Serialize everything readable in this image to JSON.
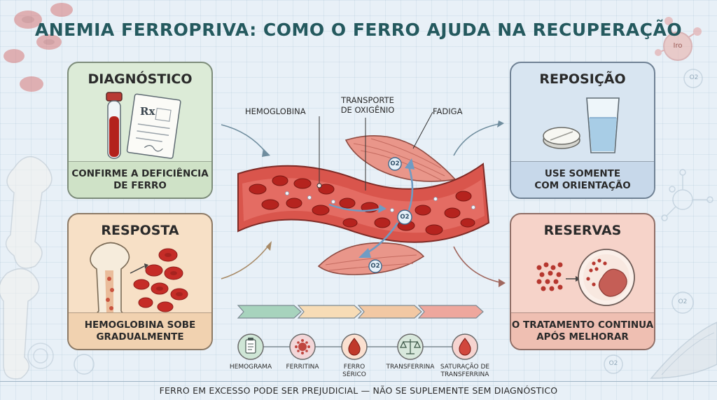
{
  "title": "ANEMIA FERROPRIVA: COMO O FERRO AJUDA NA RECUPERAÇÃO",
  "cards": {
    "diagnostico": {
      "title": "DIAGNÓSTICO",
      "foot_line1": "CONFIRME A DEFICIÊNCIA",
      "foot_line2": "DE FERRO"
    },
    "resposta": {
      "title": "RESPOSTA",
      "foot_line1": "HEMOGLOBINA SOBE",
      "foot_line2": "GRADUALMENTE"
    },
    "reposicao": {
      "title": "REPOSIÇÃO",
      "foot_line1": "USE SOMENTE",
      "foot_line2": "COM ORIENTAÇÃO"
    },
    "reservas": {
      "title": "RESERVAS",
      "foot_line1": "O TRATAMENTO CONTINUA",
      "foot_line2": "APÓS MELHORAR"
    }
  },
  "center_labels": {
    "hemoglobina": "HEMOGLOBINA",
    "transporte_l1": "TRANSPORTE",
    "transporte_l2": "DE OXIGÊNIO",
    "fadiga": "FADIGA"
  },
  "o2_label": "O2",
  "iron_label": "Iro",
  "rx_label": "Rx",
  "tests": [
    {
      "label_l1": "HEMOGRAMA",
      "label_l2": "",
      "icon": "clipboard-icon",
      "color": "#cfe6d6"
    },
    {
      "label_l1": "FERRITINA",
      "label_l2": "",
      "icon": "ferritin-icon",
      "color": "#f3d6d8"
    },
    {
      "label_l1": "FERRO",
      "label_l2": "SÉRICO",
      "icon": "drop-icon",
      "color": "#fbe0d0"
    },
    {
      "label_l1": "TRANSFERRINA",
      "label_l2": "",
      "icon": "scale-icon",
      "color": "#d8e8dc"
    },
    {
      "label_l1": "SATURAÇÃO DE",
      "label_l2": "TRANSFERRINA",
      "icon": "drop-icon",
      "color": "#f6d4d0"
    }
  ],
  "footer": "FERRO EM EXCESSO PODE SER PREJUDICIAL — NÃO SE SUPLEMENTE SEM DIAGNÓSTICO",
  "colors": {
    "title": "#24595e",
    "blood": "#c0392b",
    "vessel": "#d9514a",
    "muscle": "#e38b7c",
    "arrow_blue": "#6f9cc4"
  }
}
